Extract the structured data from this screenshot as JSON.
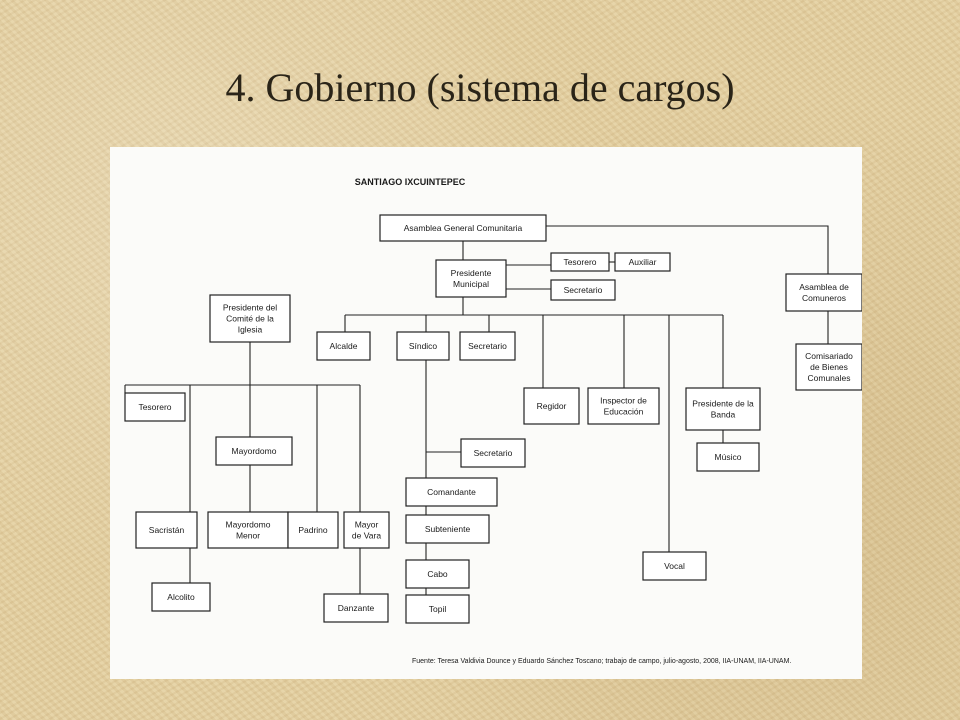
{
  "slide": {
    "title": "4. Gobierno (sistema de cargos)"
  },
  "chart": {
    "heading": "SANTIAGO IXCUINTEPEC",
    "source": "Fuente: Teresa Valdivia Dounce y Eduardo Sánchez Toscano; trabajo de campo, julio-agosto, 2008, IIA-UNAM, IIA-UNAM.",
    "nodes": {
      "asamblea_general": [
        "Asamblea General Comunitaria"
      ],
      "presidente_municipal": [
        "Presidente",
        "Municipal"
      ],
      "tesorero_mun": [
        "Tesorero"
      ],
      "auxiliar": [
        "Auxiliar"
      ],
      "secretario_mun": [
        "Secretario"
      ],
      "asamblea_comuneros": [
        "Asamblea de",
        "Comuneros"
      ],
      "comisariado": [
        "Comisariado",
        "de Bienes",
        "Comunales"
      ],
      "presidente_comite": [
        "Presidente del",
        "Comité de la",
        "Iglesia"
      ],
      "alcalde": [
        "Alcalde"
      ],
      "sindico": [
        "Síndico"
      ],
      "secretario_2": [
        "Secretario"
      ],
      "regidor": [
        "Regidor"
      ],
      "inspector": [
        "Inspector de",
        "Educación"
      ],
      "presidente_banda": [
        "Presidente de la",
        "Banda"
      ],
      "musico": [
        "Músico"
      ],
      "vocal": [
        "Vocal"
      ],
      "tesorero_ig": [
        "Tesorero"
      ],
      "mayordomo": [
        "Mayordomo"
      ],
      "sacristan": [
        "Sacristán"
      ],
      "mayordomo_menor": [
        "Mayordomo",
        "Menor"
      ],
      "padrino": [
        "Padrino"
      ],
      "mayor_vara": [
        "Mayor",
        "de Vara"
      ],
      "alcolito": [
        "Alcolito"
      ],
      "danzante": [
        "Danzante"
      ],
      "secretario_sind": [
        "Secretario"
      ],
      "comandante": [
        "Comandante"
      ],
      "subteniente": [
        "Subteniente"
      ],
      "cabo": [
        "Cabo"
      ],
      "topil": [
        "Topil"
      ]
    }
  }
}
